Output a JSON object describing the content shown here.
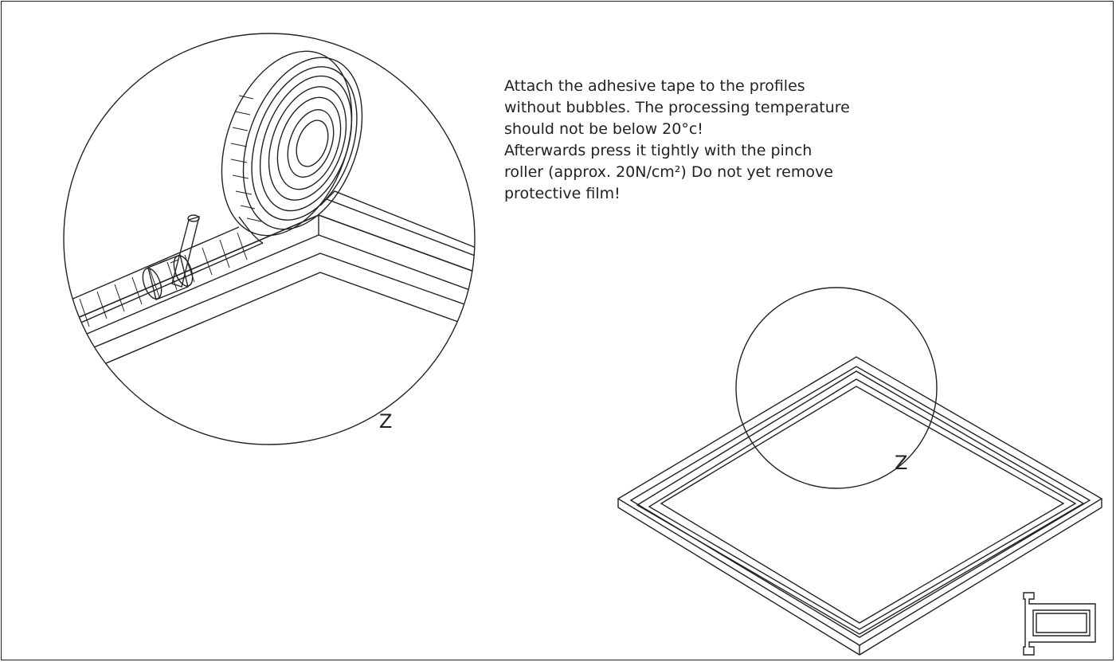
{
  "instructions": {
    "lines": [
      "Attach the adhesive tape to the profiles",
      "without bubbles. The processing temperature",
      "should not be below 20°c!",
      "Afterwards press it tightly with the pinch",
      "roller (approx. 20N/cm²) Do not yet remove",
      "protective film!"
    ]
  },
  "detail_label": "Z",
  "callout_label": "Z",
  "icons": {
    "detail_view": "tape-roll-and-pinch-roller-detail",
    "overview": "rectangular-profile-frame",
    "profile": "profile-cross-section-icon"
  },
  "colors": {
    "line": "#222222",
    "background": "#ffffff"
  }
}
